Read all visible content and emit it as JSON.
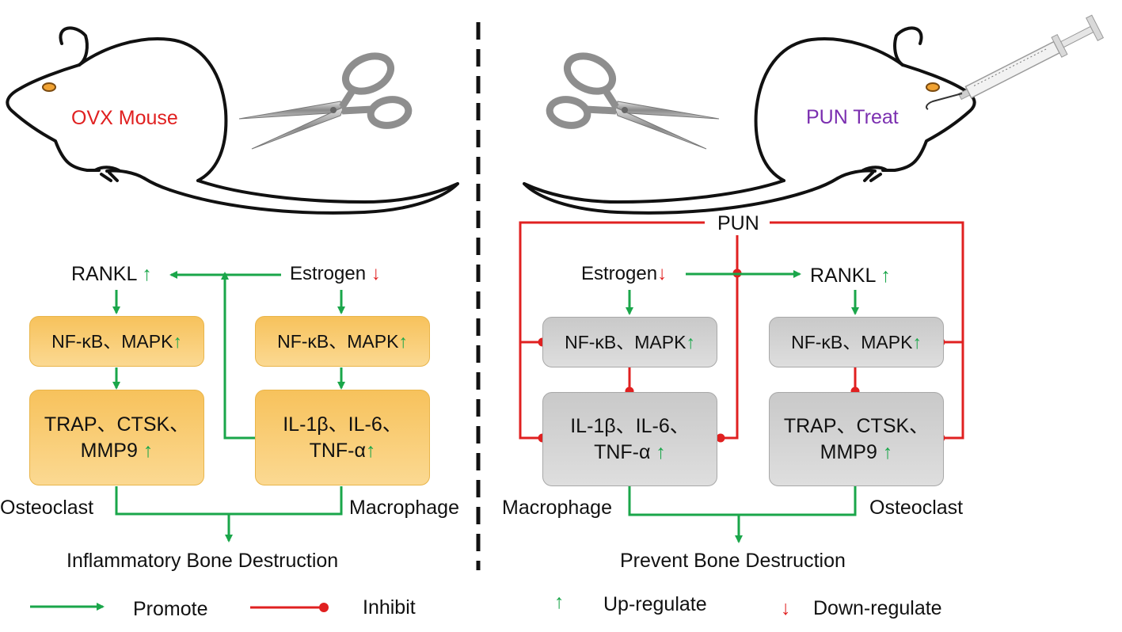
{
  "left_panel": {
    "mouse_label": "OVX Mouse",
    "rankl": "RANKL",
    "estrogen": "Estrogen",
    "box_nfkb_left": "NF-κB、MAPK",
    "box_nfkb_right": "NF-κB、MAPK",
    "box_trap_line1": "TRAP、CTSK、",
    "box_trap_line2": "MMP9",
    "box_il_line1": "IL-1β、IL-6、",
    "box_il_line2": "TNF-α",
    "osteoclast": "Osteoclast",
    "macrophage": "Macrophage",
    "outcome": "Inflammatory Bone Destruction"
  },
  "right_panel": {
    "mouse_label": "PUN Treat",
    "pun": "PUN",
    "estrogen": "Estrogen",
    "rankl": "RANKL",
    "box_nfkb_left": "NF-κB、MAPK",
    "box_nfkb_right": "NF-κB、MAPK",
    "box_il_line1": "IL-1β、IL-6、",
    "box_il_line2": "TNF-α",
    "box_trap_line1": "TRAP、CTSK、",
    "box_trap_line2": "MMP9",
    "macrophage": "Macrophage",
    "osteoclast": "Osteoclast",
    "outcome": "Prevent Bone Destruction"
  },
  "symbols": {
    "up_arrow": "↑",
    "down_arrow": "↓"
  },
  "legend": {
    "promote": "Promote",
    "inhibit": "Inhibit",
    "up": "Up-regulate",
    "down": "Down-regulate"
  },
  "colors": {
    "promote": "#1aa64a",
    "inhibit": "#e02020",
    "ovx_label": "#e02020",
    "pun_label": "#7b2fb0",
    "orange_box": "#f9cc73",
    "grey_box": "#d3d3d3"
  }
}
